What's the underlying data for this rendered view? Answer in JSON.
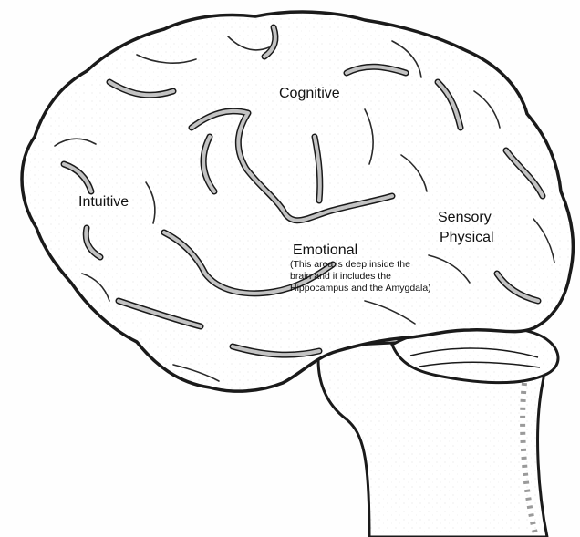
{
  "diagram": {
    "labels": {
      "cognitive": "Cognitive",
      "intuitive": "Intuitive",
      "sensory": "Sensory",
      "physical": "Physical",
      "emotional": "Emotional",
      "emotional_note": "(This area is deep inside the\nbrain and it includes the\nHippocampus and the Amygdala)"
    },
    "colors": {
      "outline": "#1a1a1a",
      "sulcus_fill": "#bdbdbd",
      "brain_fill": "#ffffff",
      "speckle": "#e6e6e6"
    }
  }
}
